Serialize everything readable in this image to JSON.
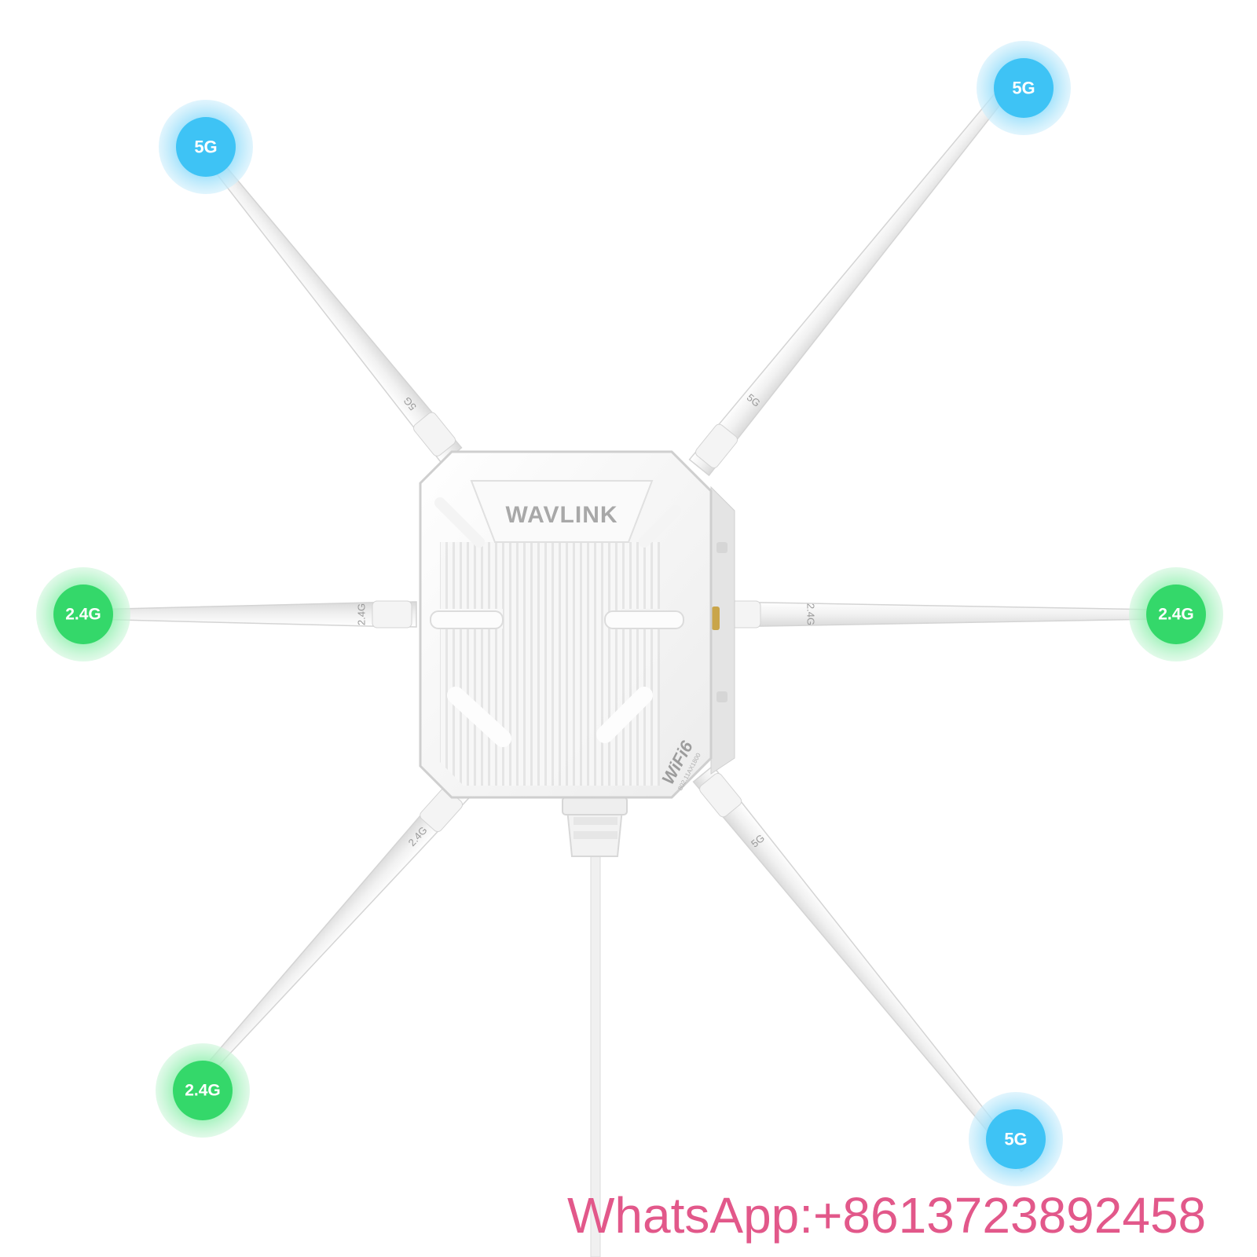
{
  "product": {
    "brand_logo": "WAVLINK",
    "wifi_logo": "WiFi6",
    "wifi_logo_sub": "802.11AX1800"
  },
  "antennas": [
    {
      "id": "top-left",
      "band": "5G",
      "color": "#3ec3f5",
      "label": "5G"
    },
    {
      "id": "top-right",
      "band": "5G",
      "color": "#3ec3f5",
      "label": "5G"
    },
    {
      "id": "middle-left",
      "band": "2.4G",
      "color": "#34d86a",
      "label": "2.4G"
    },
    {
      "id": "middle-right",
      "band": "2.4G",
      "color": "#34d86a",
      "label": "2.4G"
    },
    {
      "id": "bottom-left",
      "band": "2.4G",
      "color": "#34d86a",
      "label": "2.4G"
    },
    {
      "id": "bottom-right",
      "band": "5G",
      "color": "#3ec3f5",
      "label": "5G"
    }
  ],
  "watermark": "WhatsApp:+8613723892458"
}
